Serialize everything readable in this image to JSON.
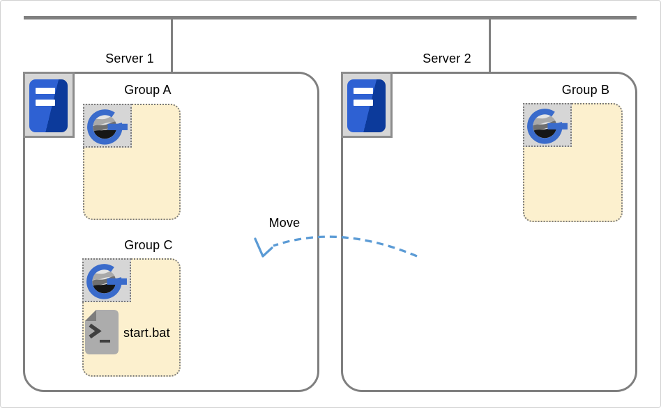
{
  "servers": [
    {
      "label": "Server 1",
      "icon": "server-tower-icon",
      "groups": [
        {
          "label": "Group A",
          "icon": "globe-g-icon",
          "files": []
        },
        {
          "label": "Group C",
          "icon": "globe-g-icon",
          "files": [
            {
              "name": "start.bat",
              "icon": "console-file-icon"
            }
          ]
        }
      ]
    },
    {
      "label": "Server 2",
      "icon": "server-tower-icon",
      "groups": [
        {
          "label": "Group B",
          "icon": "globe-g-icon",
          "files": []
        }
      ]
    }
  ],
  "annotation": {
    "move_label": "Move",
    "arrow_icon": "dashed-curved-arrow",
    "arrow_direction": "right-to-left"
  },
  "colors": {
    "bus_line": "#808080",
    "server_border": "#7F7F7F",
    "group_fill": "#FCF0CE",
    "dotted_border": "#7A7A7A",
    "icon_background": "#D6D6D6",
    "logo_blue": "#3A6BCB",
    "server_blue_light": "#2E61D3",
    "server_blue_dark": "#0C3A9B",
    "arrow_blue": "#5B9BD5",
    "file_gray": "#ACACAC",
    "file_fold_gray": "#7D7D7D",
    "text": "#000000"
  }
}
